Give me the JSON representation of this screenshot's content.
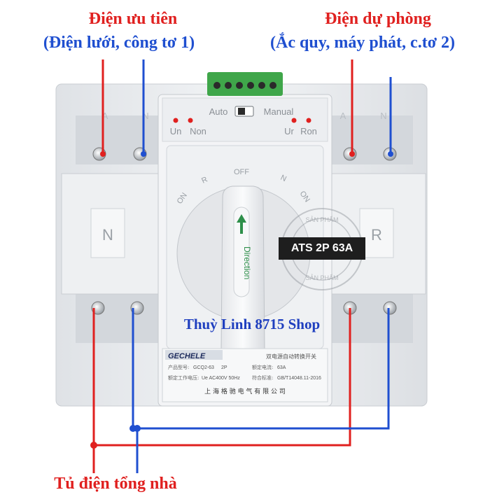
{
  "captions": {
    "priority_title": "Điện ưu tiên",
    "priority_sub": "(Điện lưới, công tơ 1)",
    "backup_title": "Điện dự phòng",
    "backup_sub": "(Ắc quy, máy phát, c.tơ 2)",
    "output": "Tủ điện tổng nhà"
  },
  "product": {
    "badge": "ATS 2P 63A",
    "shop": "Thuỳ Linh 8715 Shop",
    "brand": "GECHELE",
    "model_label": "产品型号:",
    "model": "GCQ2-63",
    "poles": "2P",
    "rated_current_label": "额定电流:",
    "rated_current": "63A",
    "voltage_label": "额定工作电压:",
    "voltage": "Ue AC400V 50Hz",
    "standard_label": "符合标准:",
    "standard": "GB/T14048.11-2016",
    "manufacturer": "上 海 格 驰 电 气 有 限 公 司",
    "type_cn": "双电源自动转换开关"
  },
  "panel": {
    "auto": "Auto",
    "manual": "Manual",
    "un": "Un",
    "non": "Non",
    "ur": "Ur",
    "ron": "Ron",
    "pos_r": "R",
    "pos_off": "OFF",
    "pos_n": "N",
    "on_left": "ON",
    "on_right": "ON",
    "direction": "Direction",
    "left_window": "N",
    "right_window": "R",
    "terminal_a": "A",
    "terminal_n": "N"
  },
  "watermark": {
    "top": "SẢN PHẨM",
    "bottom": "SẢN PHẨM"
  },
  "colors": {
    "red_wire": "#e0201f",
    "blue_wire": "#1f4fd0",
    "body": "#e9ebee",
    "terminal_block": "#3fa64a"
  }
}
